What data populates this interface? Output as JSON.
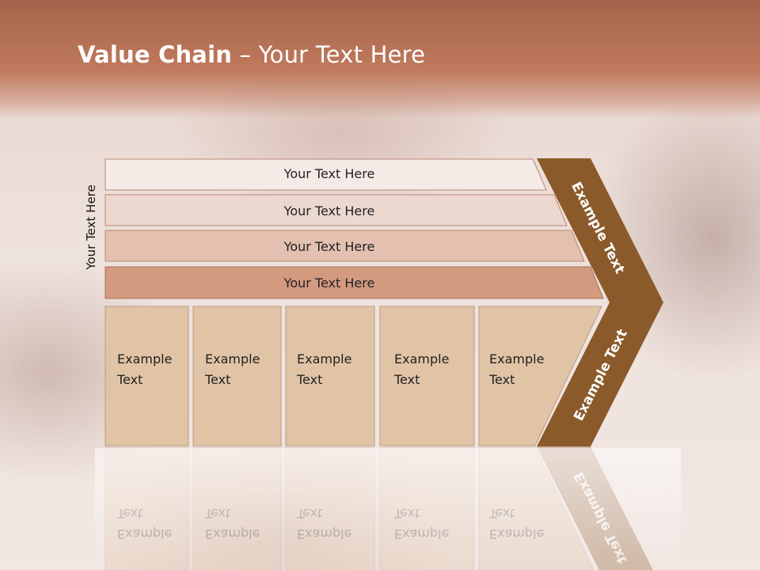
{
  "title": {
    "bold": "Value Chain",
    "rest": " – Your Text Here"
  },
  "side_label": "Your Text Here",
  "support_activities": [
    "Your Text Here",
    "Your Text Here",
    "Your Text Here",
    "Your Text Here"
  ],
  "primary_activities": [
    {
      "line1": "Example",
      "line2": "Text"
    },
    {
      "line1": "Example",
      "line2": "Text"
    },
    {
      "line1": "Example",
      "line2": "Text"
    },
    {
      "line1": "Example",
      "line2": "Text"
    },
    {
      "line1": "Example",
      "line2": "Text"
    }
  ],
  "margin_labels": {
    "upper": "Example Text",
    "lower": "Example Text"
  },
  "colors": {
    "title_band": "#b9765a",
    "margin_arrow": "#8b5a2b",
    "support_1": "#f4ebe7",
    "support_2": "#ecd8cf",
    "support_3": "#e3c0b0",
    "support_4": "#d49a80",
    "primary_box": "#e1c4a6"
  }
}
